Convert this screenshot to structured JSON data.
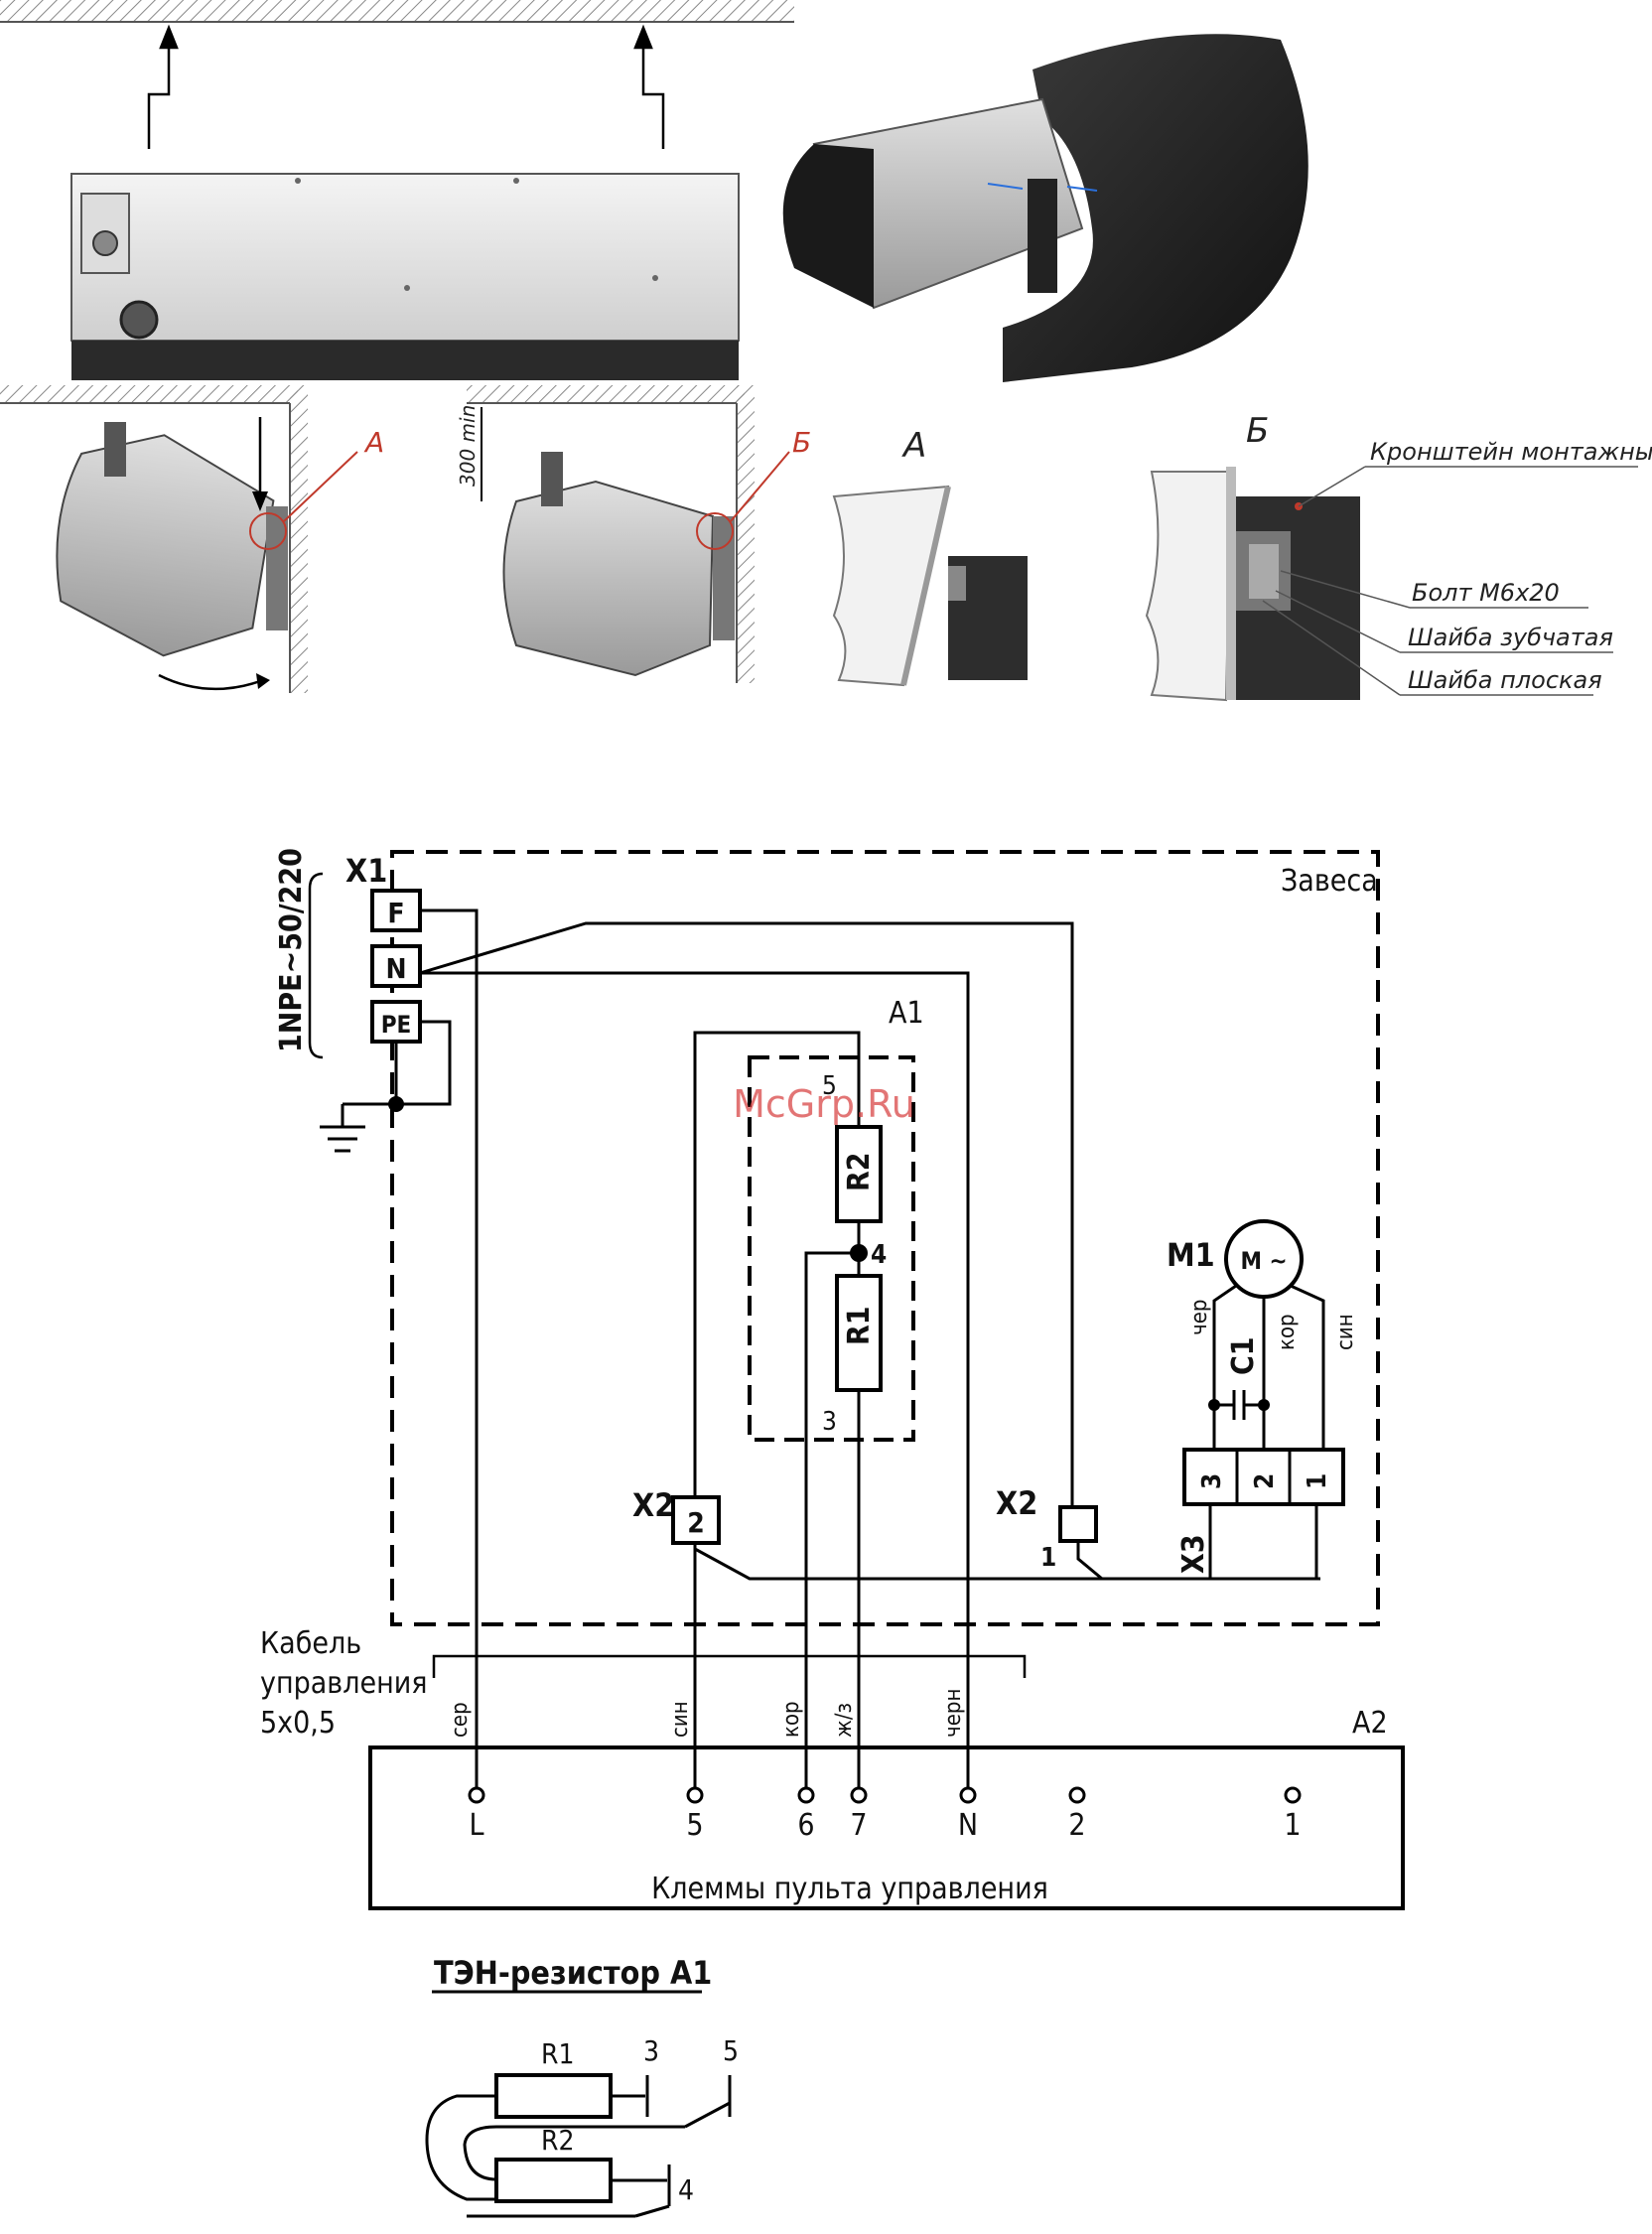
{
  "illustrations": {
    "label_a": "А",
    "label_b": "Б",
    "clearance": "300 min",
    "detail_a_title": "А",
    "detail_b_title": "Б",
    "callout_bracket": "Кронштейн монтажный",
    "callout_bolt": "Болт М6х20",
    "callout_toothed_washer": "Шайба зубчатая",
    "callout_flat_washer": "Шайба плоская"
  },
  "watermark": "McGrp.Ru",
  "schematic": {
    "power_label": "1NPE~50/220",
    "x1": "X1",
    "term_f": "F",
    "term_n": "N",
    "term_pe": "PE",
    "curtain": "Завеса",
    "a1": "A1",
    "r1": "R1",
    "r2": "R2",
    "node_5": "5",
    "node_4": "4",
    "node_3": "3",
    "m1": "M1",
    "motor_symbol": "M ~",
    "c1": "C1",
    "wire_cher": "чер",
    "wire_kor_m": "кор",
    "wire_sin_m": "син",
    "x3": "X3",
    "x3_t3": "3",
    "x3_t2": "2",
    "x3_t1": "1",
    "x2_left": "X2",
    "x2_left_pin": "2",
    "x2_right": "X2",
    "x2_right_pin": "1",
    "cable_line1": "Кабель",
    "cable_line2": "управления",
    "cable_line3": "5х0,5",
    "cable_ser": "сер",
    "cable_sin": "син",
    "cable_kor": "кор",
    "cable_zh": "ж/з",
    "cable_chern": "черн",
    "a2": "A2",
    "terminals": [
      "L",
      "5",
      "6",
      "7",
      "N",
      "2",
      "1"
    ],
    "panel_caption": "Клеммы пульта управления"
  },
  "resistor_detail": {
    "title": "ТЭН-резистор А1",
    "r1": "R1",
    "r2": "R2",
    "n3": "3",
    "n5": "5",
    "n4": "4"
  }
}
